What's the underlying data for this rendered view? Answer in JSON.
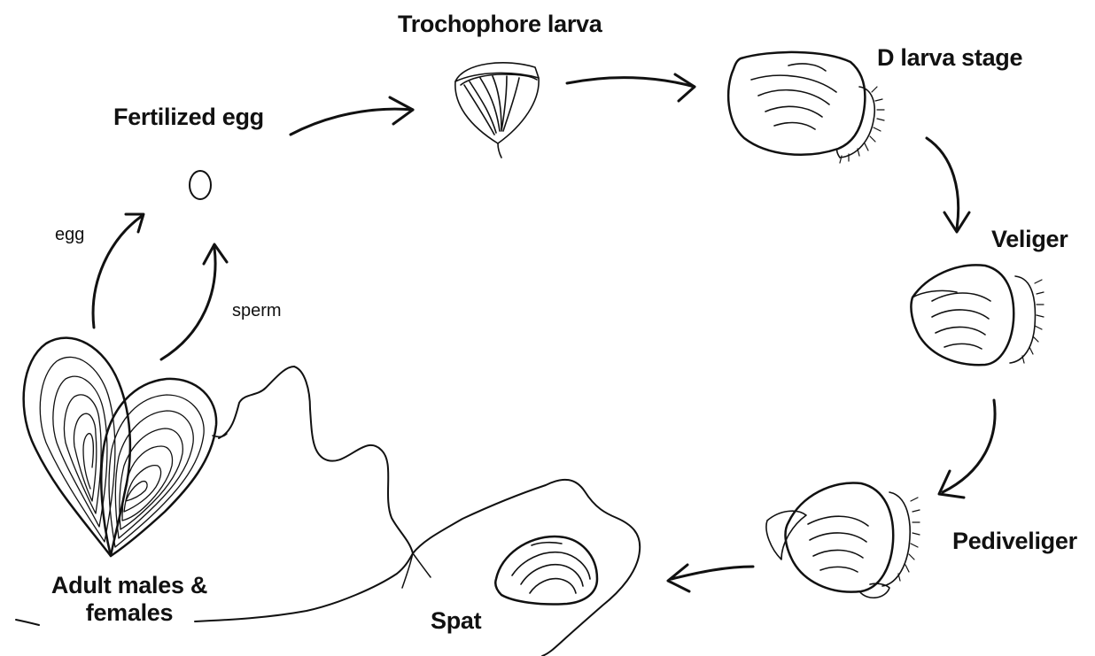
{
  "stages": {
    "fertilized_egg": "Fertilized egg",
    "trochophore": "Trochophore larva",
    "d_larva": "D larva stage",
    "veliger": "Veliger",
    "pediveliger": "Pediveliger",
    "spat": "Spat",
    "adult_line1": "Adult males &",
    "adult_line2": "females"
  },
  "gametes": {
    "egg": "egg",
    "sperm": "sperm"
  }
}
